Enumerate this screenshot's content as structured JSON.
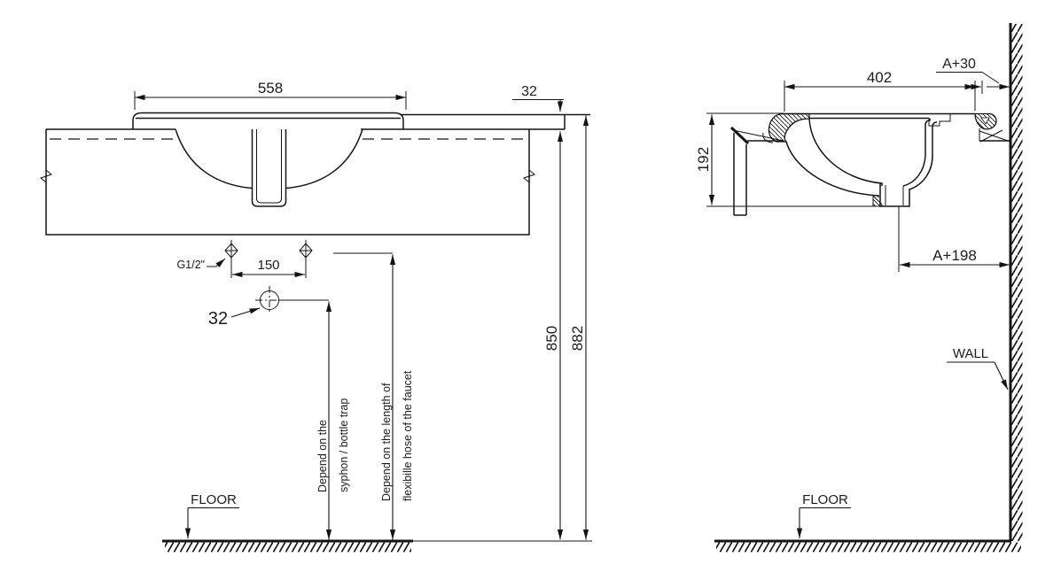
{
  "front_view": {
    "basin_width": "558",
    "countertop_thickness": "32",
    "hole_spacing": "150",
    "faucet_thread": "G1/2\"",
    "drain_diameter": "32",
    "height_floor_to_counter_bottom": "850",
    "height_floor_to_counter_top": "882",
    "floor_label": "FLOOR",
    "syphon_note_line1": "Depend on the",
    "syphon_note_line2": "syphon / bottle trap",
    "hose_note_line1": "Depend on the length of",
    "hose_note_line2": "flexibille hose of the faucet"
  },
  "side_view": {
    "basin_depth": "402",
    "rim_to_wall": "A+30",
    "basin_height": "192",
    "drain_to_wall": "A+198",
    "wall_label": "WALL",
    "floor_label": "FLOOR"
  },
  "colors": {
    "ink": "#141414",
    "paper": "#ffffff"
  }
}
